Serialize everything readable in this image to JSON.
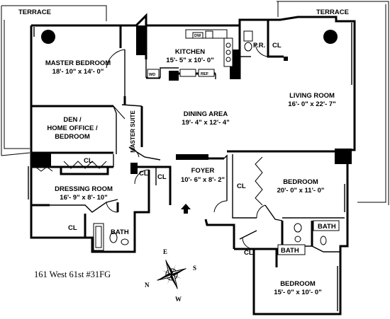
{
  "address": "161 West 61st #31FG",
  "terraces": {
    "left": "TERRACE",
    "right": "TERRACE"
  },
  "rooms": {
    "master_bedroom": {
      "name": "MASTER BEDROOM",
      "size": "18'- 10\" x 14'- 0\""
    },
    "kitchen": {
      "name": "KITCHEN",
      "size": "15'- 5\" x 10'- 0\""
    },
    "living_room": {
      "name": "LIVING ROOM",
      "size": "16'- 0\" x 22'- 7\""
    },
    "dining_area": {
      "name": "DINING AREA",
      "size": "19'- 4\" x 12'- 4\""
    },
    "den": {
      "line1": "DEN /",
      "line2": "HOME OFFICE /",
      "line3": "BEDROOM"
    },
    "master_suite": {
      "name": "MASTER SUITE"
    },
    "dressing_room": {
      "name": "DRESSING ROOM",
      "size": "16'- 9\" x 8'- 10\""
    },
    "foyer": {
      "name": "FOYER",
      "size": "10'- 6\" x 8'- 2\""
    },
    "bedroom_2": {
      "name": "BEDROOM",
      "size": "20'- 0\" x 11'- 0\""
    },
    "bedroom_3": {
      "name": "BEDROOM",
      "size": "15'- 0\" x 10'- 0\""
    }
  },
  "small_labels": {
    "powder_room": "P.R.",
    "closet": "CL",
    "bath": "BATH",
    "dishwasher": "DW",
    "washer_dryer": "WD",
    "refrigerator": "REF"
  },
  "compass": {
    "n": "N",
    "e": "E",
    "s": "S",
    "w": "W"
  }
}
